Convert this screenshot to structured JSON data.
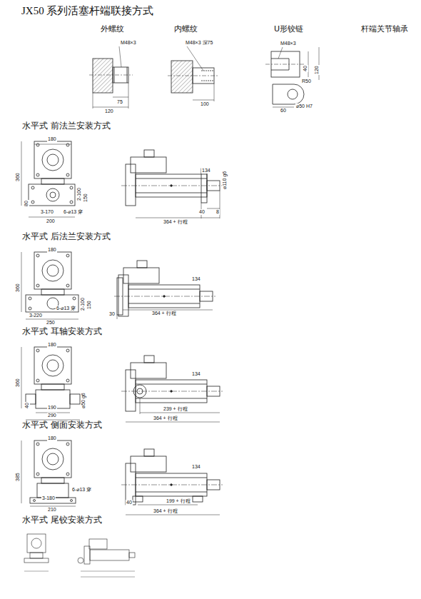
{
  "diagram": {
    "title": "JX50 系列活塞杆端联接方式",
    "labels": [
      "外螺纹",
      "内螺纹",
      "U形铰链",
      "杆端关节轴承",
      "M48×3",
      "75",
      "120",
      "M48×3 深75",
      "100",
      "M48×3",
      "40",
      "120",
      "R50",
      "60",
      "⌀50 H7",
      "水平式 前法兰安装方式",
      "180",
      "360",
      "2-100",
      "150",
      "80",
      "3-170",
      "6-⌀13 穿",
      "200",
      "134",
      "⌀110 g6",
      "40",
      "8",
      "364 + 行程",
      "水平式 后法兰安装方式",
      "180",
      "360",
      "2-100",
      "150",
      "3-220",
      "6-⌀13 穿",
      "250",
      "134",
      "30",
      "364 + 行程",
      "水平式 耳轴安装方式",
      "180",
      "360",
      "40",
      "190",
      "290",
      "⌀50 g6",
      "134",
      "239 + 行程",
      "364 + 行程",
      "水平式 侧面安装方式",
      "180",
      "385",
      "6-⌀13 穿",
      "3-180",
      "210",
      "134",
      "40",
      "199 + 行程",
      "364 + 行程",
      "水平式 尾铰安装方式"
    ]
  }
}
